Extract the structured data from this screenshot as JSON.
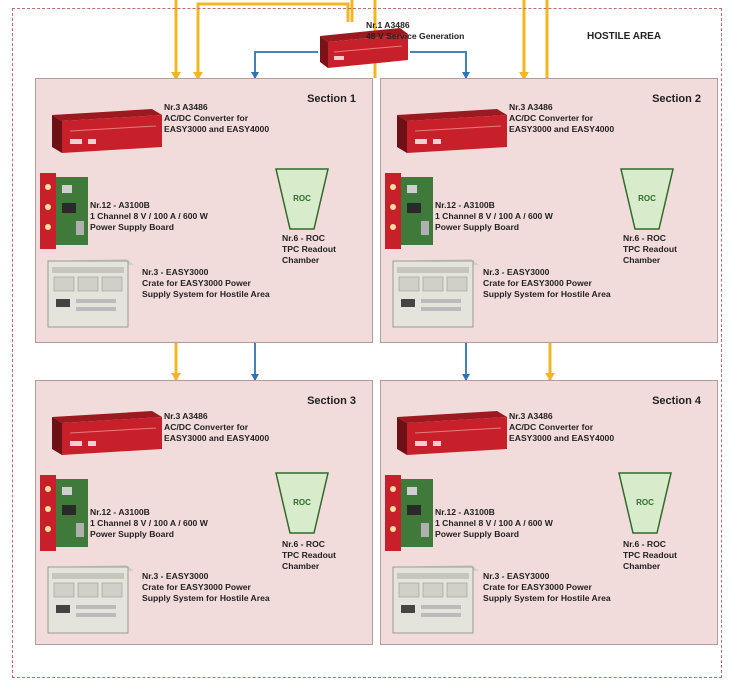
{
  "area": {
    "label": "HOSTILE AREA"
  },
  "service_unit": {
    "line1": "Nr.1 A3486",
    "line2": "48 V Service Generation"
  },
  "sections": [
    {
      "title": "Section 1",
      "converter": [
        "Nr.3 A3486",
        "AC/DC Converter for",
        "EASY3000 and EASY4000"
      ],
      "board": [
        "Nr.12 - A3100B",
        "1 Channel 8 V / 100 A / 600 W",
        "Power Supply Board"
      ],
      "roc_label": "ROC",
      "roc": [
        "Nr.6 - ROC",
        "TPC Readout",
        "Chamber"
      ],
      "crate": [
        "Nr.3 - EASY3000",
        "Crate for EASY3000 Power",
        "Supply System for Hostile Area"
      ]
    },
    {
      "title": "Section 2",
      "converter": [
        "Nr.3 A3486",
        "AC/DC Converter for",
        "EASY3000 and EASY4000"
      ],
      "board": [
        "Nr.12 - A3100B",
        "1 Channel 8 V / 100 A / 600 W",
        "Power Supply Board"
      ],
      "roc_label": "ROC",
      "roc": [
        "Nr.6 - ROC",
        "TPC Readout",
        "Chamber"
      ],
      "crate": [
        "Nr.3 - EASY3000",
        "Crate for EASY3000 Power",
        "Supply System for Hostile Area"
      ]
    },
    {
      "title": "Section 3",
      "converter": [
        "Nr.3 A3486",
        "AC/DC Converter for",
        "EASY3000 and EASY4000"
      ],
      "board": [
        "Nr.12 - A3100B",
        "1 Channel 8 V / 100 A / 600 W",
        "Power Supply Board"
      ],
      "roc_label": "ROC",
      "roc": [
        "Nr.6 - ROC",
        "TPC Readout",
        "Chamber"
      ],
      "crate": [
        "Nr.3 - EASY3000",
        "Crate for EASY3000 Power",
        "Supply System for Hostile Area"
      ]
    },
    {
      "title": "Section 4",
      "converter": [
        "Nr.3 A3486",
        "AC/DC Converter for",
        "EASY3000 and EASY4000"
      ],
      "board": [
        "Nr.12 - A3100B",
        "1 Channel 8 V / 100 A / 600 W",
        "Power Supply Board"
      ],
      "roc_label": "ROC",
      "roc": [
        "Nr.6 - ROC",
        "TPC Readout",
        "Chamber"
      ],
      "crate": [
        "Nr.3 - EASY3000",
        "Crate for EASY3000 Power",
        "Supply System for Hostile Area"
      ]
    }
  ],
  "colors": {
    "section_fill": "#f2dcdb",
    "area_border": "#b87070",
    "power_line": "#f2b620",
    "service_line": "#2f74b5",
    "converter_red": "#c8202a",
    "roc_fill": "#d8eccc",
    "roc_stroke": "#2f6b2a"
  }
}
